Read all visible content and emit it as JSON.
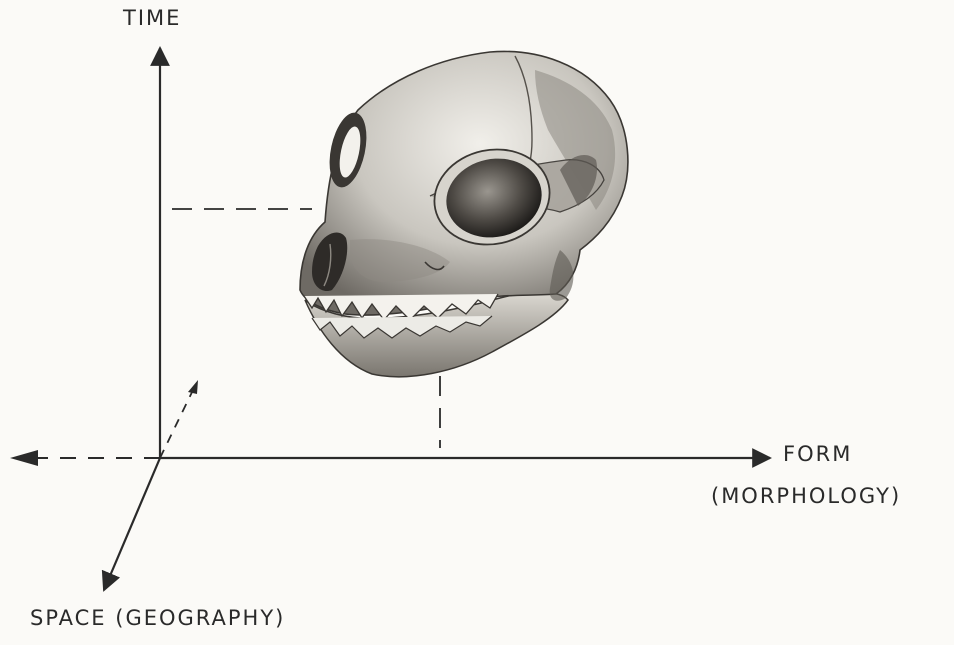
{
  "axes": {
    "time_label": "TIME",
    "form_label": "FORM",
    "form_sublabel": "(MORPHOLOGY)",
    "space_label": "SPACE (GEOGRAPHY)"
  },
  "illustration": {
    "subject": "skull",
    "style": "graphite drawing"
  },
  "colors": {
    "ink": "#2a2a2a",
    "paper": "#fbfaf7",
    "bone_light": "#e8e6e0",
    "bone_shadow": "#6e6a64"
  }
}
